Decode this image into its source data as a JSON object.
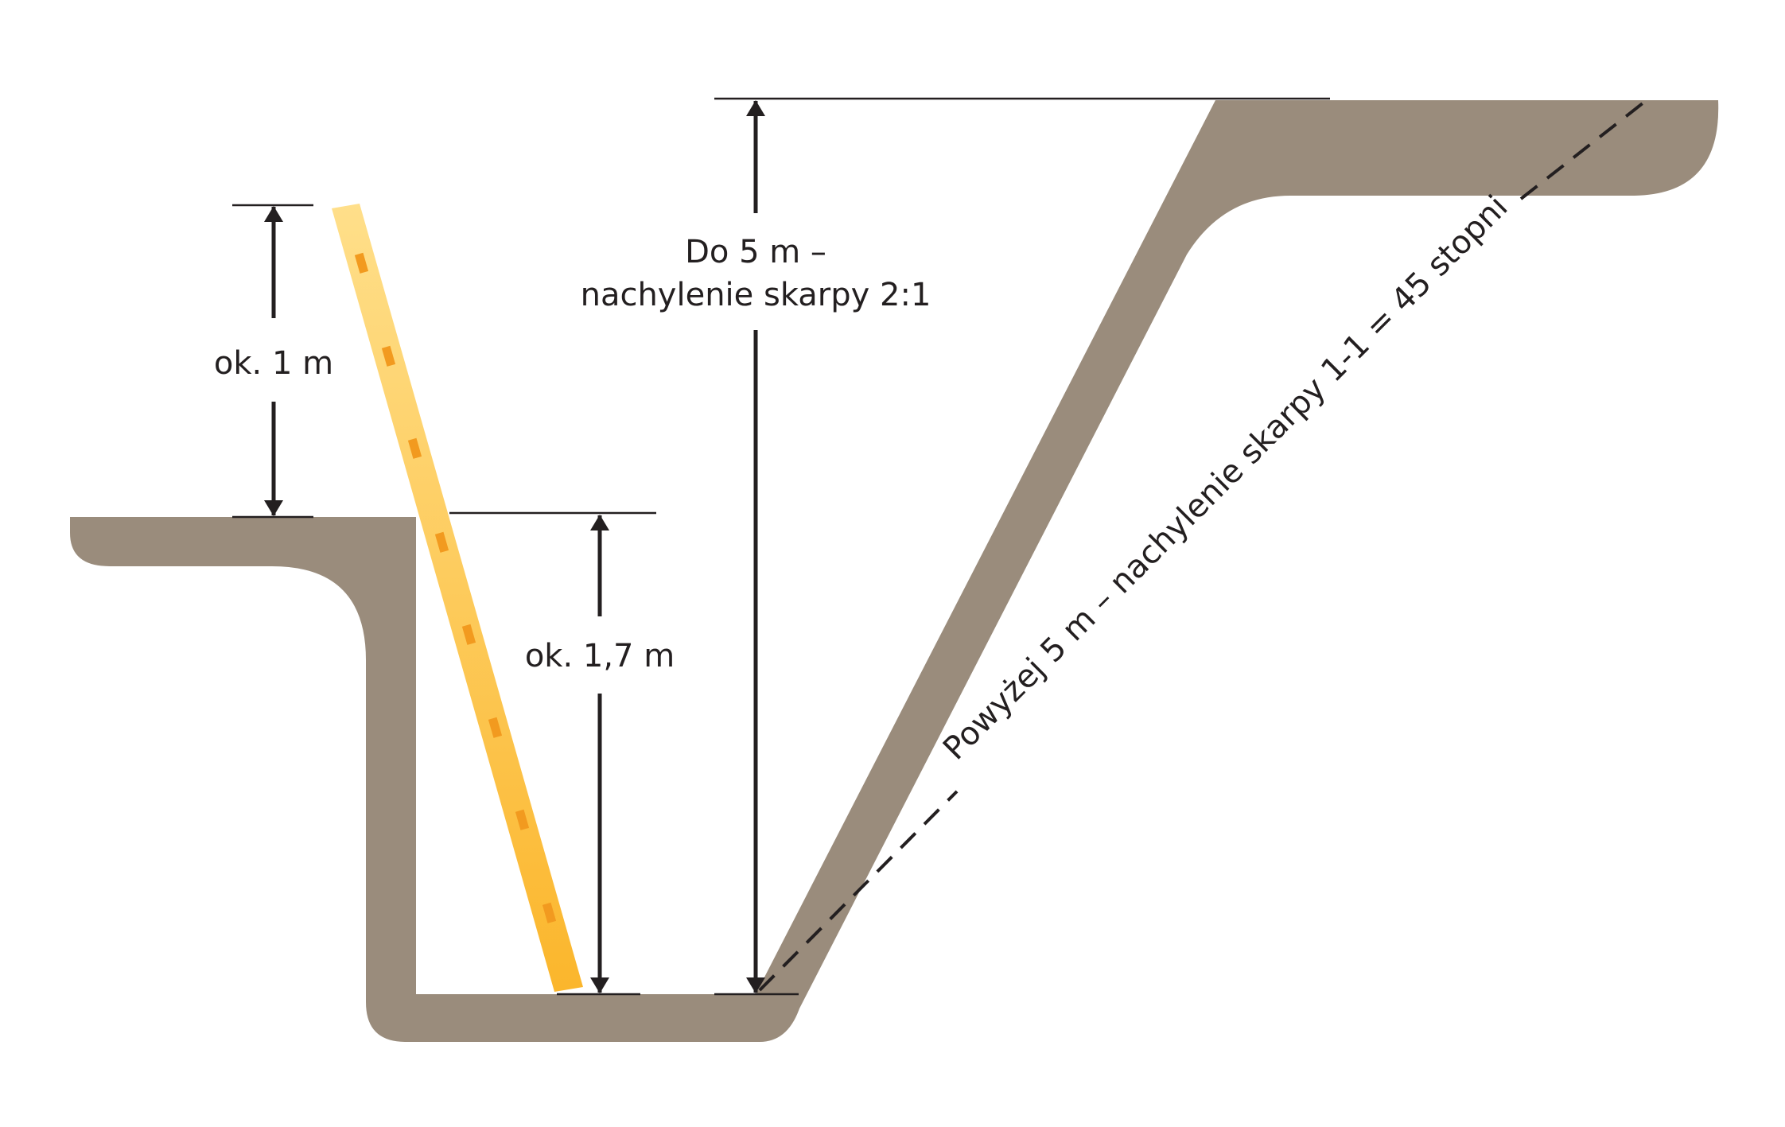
{
  "labels": {
    "ladder_above_ground": "ok. 1 m",
    "wall_depth": "ok. 1,7 m",
    "slope_depth_line1": "Do 5 m –",
    "slope_depth_line2": "nachylenie skarpy 2:1",
    "slope_over_5m": "Powyżej 5 m – nachylenie skarpy 1-1 = 45 stopni"
  },
  "colors": {
    "ground_dark": "#5e564c",
    "ground_light": "#9a8c7c",
    "ladder_light": "#ffdf8a",
    "ladder_dark": "#fbb62c",
    "ladder_rung": "#f29a1f",
    "line": "#231f20"
  }
}
